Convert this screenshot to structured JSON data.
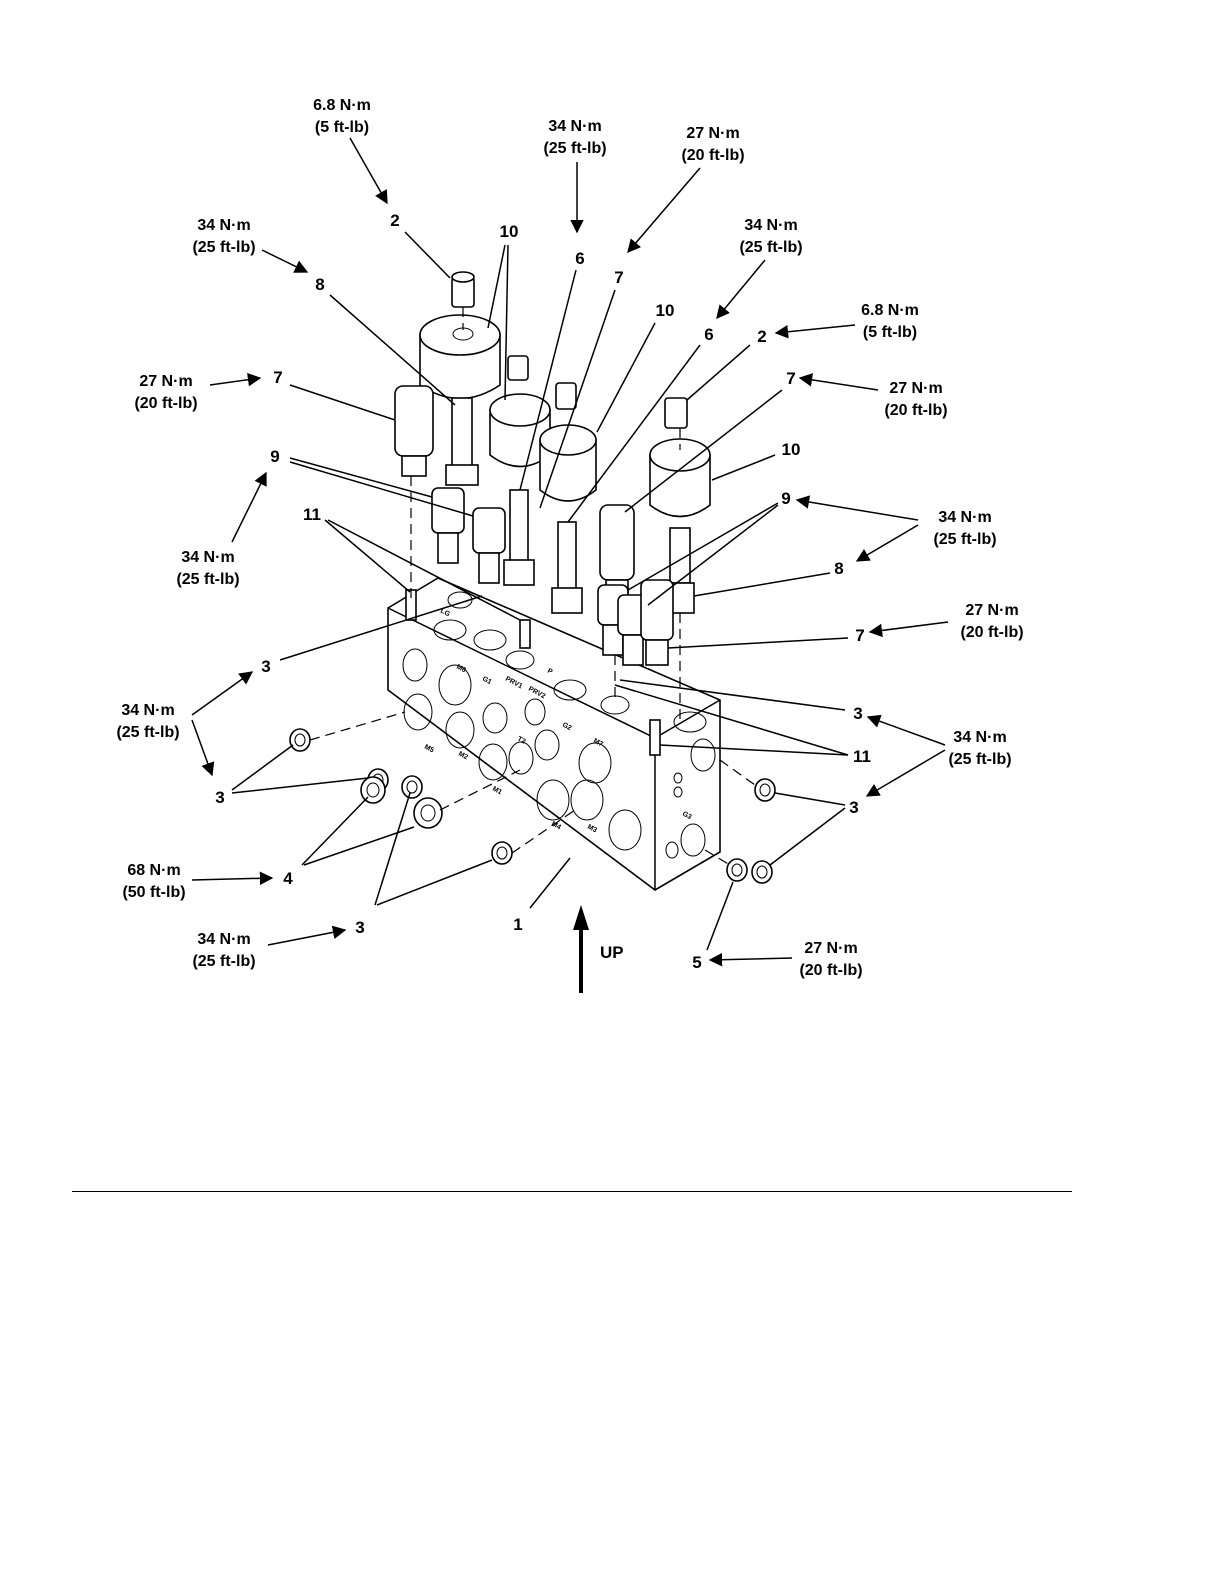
{
  "torques": {
    "t_6_8_a": [
      "6.8 N·m",
      "(5 ft-lb)"
    ],
    "t_34_top": [
      "34 N·m",
      "(25 ft-lb)"
    ],
    "t_27_top": [
      "27 N·m",
      "(20 ft-lb)"
    ],
    "t_34_left8": [
      "34 N·m",
      "(25 ft-lb)"
    ],
    "t_34_right6": [
      "34 N·m",
      "(25 ft-lb)"
    ],
    "t_6_8_b": [
      "6.8 N·m",
      "(5 ft-lb)"
    ],
    "t_27_left7": [
      "27 N·m",
      "(20 ft-lb)"
    ],
    "t_27_right7": [
      "27 N·m",
      "(20 ft-lb)"
    ],
    "t_34_left9": [
      "34 N·m",
      "(25 ft-lb)"
    ],
    "t_34_right98": [
      "34 N·m",
      "(25 ft-lb)"
    ],
    "t_27_right7b": [
      "27 N·m",
      "(20 ft-lb)"
    ],
    "t_34_left3": [
      "34 N·m",
      "(25 ft-lb)"
    ],
    "t_34_right3": [
      "34 N·m",
      "(25 ft-lb)"
    ],
    "t_68": [
      "68 N·m",
      "(50 ft-lb)"
    ],
    "t_34_bottom3": [
      "34 N·m",
      "(25 ft-lb)"
    ],
    "t_27_bottom5": [
      "27 N·m",
      "(20 ft-lb)"
    ]
  },
  "callouts": {
    "c1": "1",
    "c2a": "2",
    "c2b": "2",
    "c3a": "3",
    "c3b": "3",
    "c3c": "3",
    "c3d": "3",
    "c3e": "3",
    "c4": "4",
    "c5": "5",
    "c6a": "6",
    "c6b": "6",
    "c7a": "7",
    "c7b": "7",
    "c7c": "7",
    "c7d": "7",
    "c8a": "8",
    "c8b": "8",
    "c9a": "9",
    "c9b": "9",
    "c10a": "10",
    "c10b": "10",
    "c10c": "10",
    "c11a": "11",
    "c11b": "11"
  },
  "up_label": "UP",
  "port_marks": [
    "M5",
    "M2",
    "M1",
    "T2",
    "M4",
    "M3",
    "M6",
    "M7",
    "G1",
    "G2",
    "G3",
    "LG",
    "PRV1",
    "PRV2",
    "P"
  ]
}
